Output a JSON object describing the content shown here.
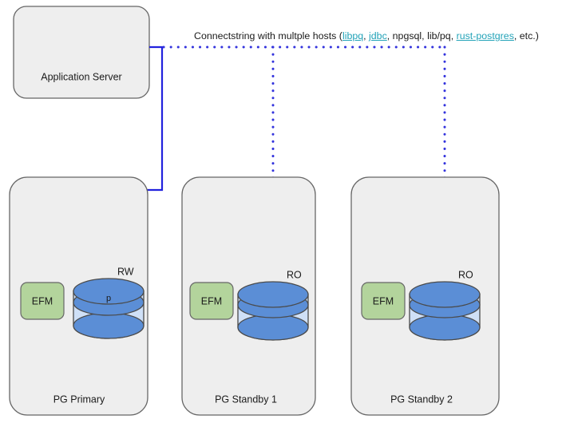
{
  "diagram": {
    "title_text": {
      "prefix": "Connectstring with multple hosts (",
      "link1": "libpq",
      "sep1": ", ",
      "link2": "jdbc",
      "sep2": ", ",
      "plain1": "npgsql",
      "sep3": ", ",
      "plain2": "lib/pq",
      "sep4": ", ",
      "link3": "rust-postgres",
      "suffix": ", etc.)"
    },
    "app_server": {
      "label": "Application Server",
      "fill": "#eeeeee",
      "stroke": "#666666"
    },
    "nodes": [
      {
        "label": "PG Primary",
        "efm_label": "EFM",
        "mode_label": "RW",
        "db_label": "p",
        "fill": "#eeeeee",
        "stroke": "#666666"
      },
      {
        "label": "PG Standby 1",
        "efm_label": "EFM",
        "mode_label": "RO",
        "db_label": "",
        "fill": "#eeeeee",
        "stroke": "#666666"
      },
      {
        "label": "PG Standby 2",
        "efm_label": "EFM",
        "mode_label": "RO",
        "db_label": "",
        "fill": "#eeeeee",
        "stroke": "#666666"
      }
    ],
    "colors": {
      "efm_fill": "#b3d49c",
      "efm_stroke": "#666666",
      "cylinder_top": "#5b8ed6",
      "cylinder_body": "#cfe0f7",
      "cylinder_stroke": "#4a4a4a",
      "solid_connection": "#2222dd",
      "dotted_connection": "#3333dd",
      "link_color": "#23a3b8"
    }
  }
}
